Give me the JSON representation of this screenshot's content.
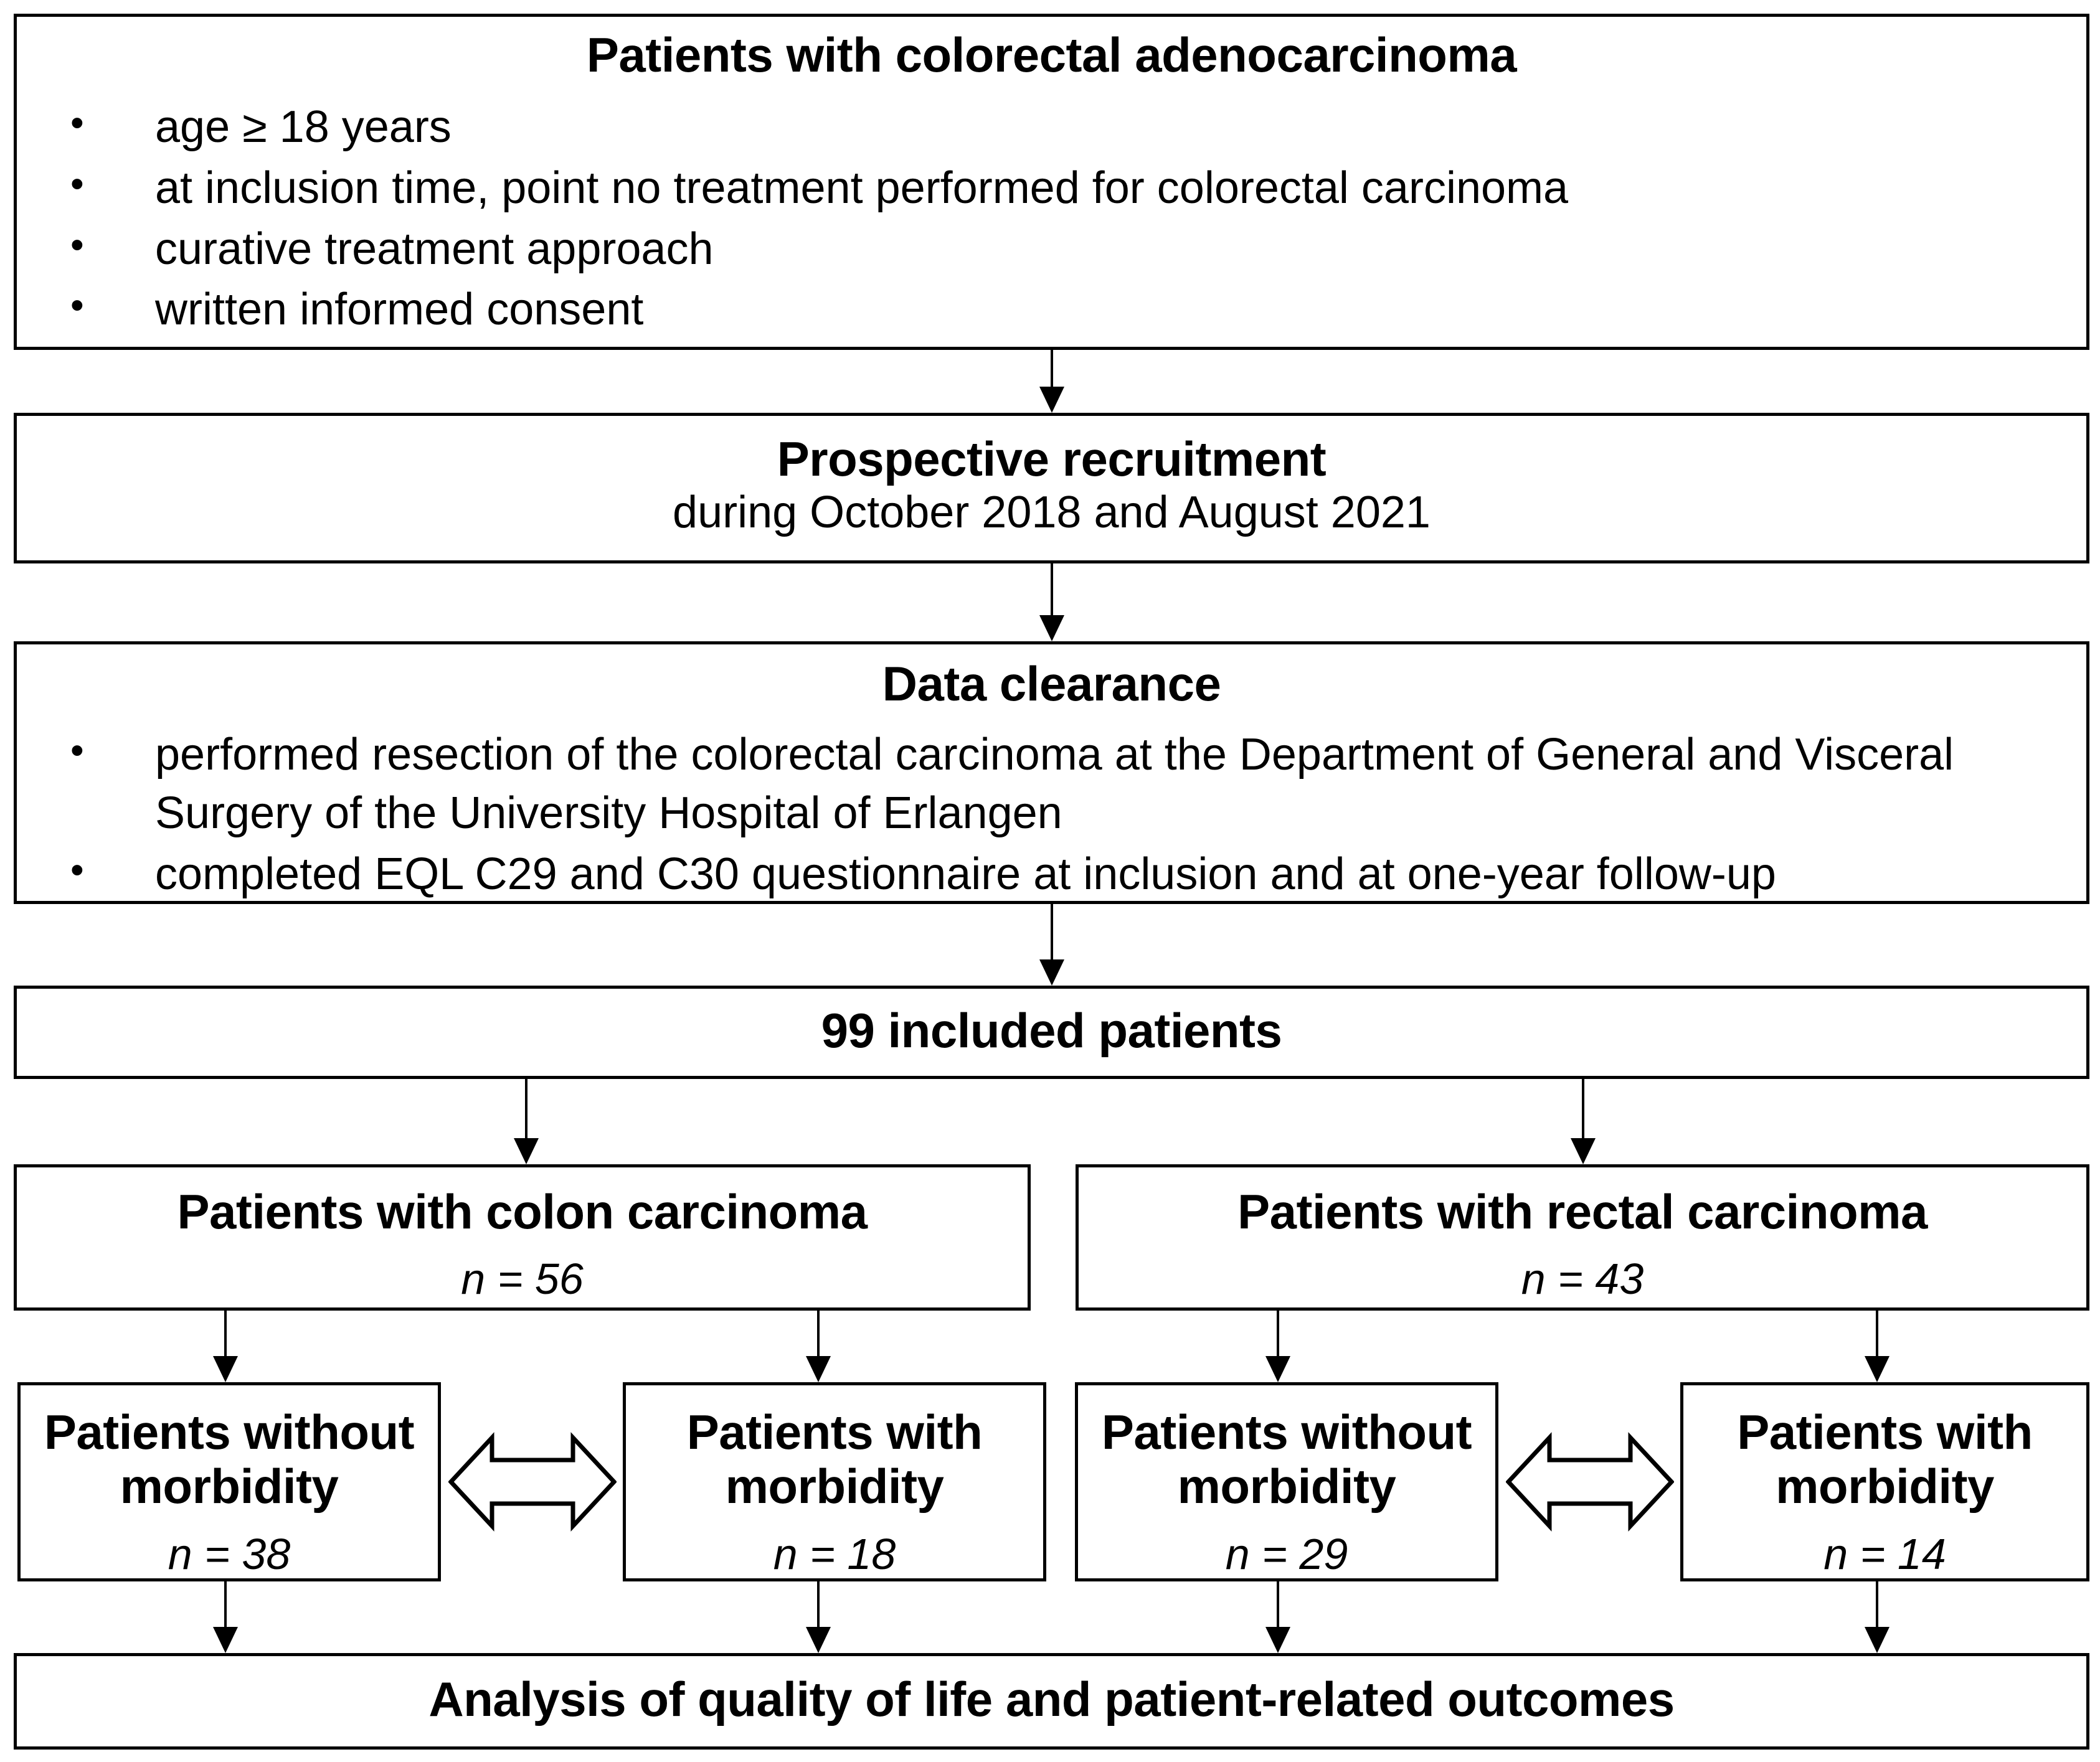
{
  "diagram": {
    "type": "study-flowchart",
    "boxes": {
      "eligibility": {
        "title": "Patients with colorectal adenocarcinoma",
        "bullets": [
          "age ≥ 18 years",
          "at inclusion time, point no treatment performed for colorectal carcinoma",
          "curative treatment approach",
          "written informed consent"
        ]
      },
      "recruitment": {
        "title": "Prospective recruitment",
        "subtitle": "during October 2018 and August 2021"
      },
      "data_clearance": {
        "title": "Data clearance",
        "bullets": [
          "performed resection of the colorectal carcinoma at the Department of General and Visceral Surgery of the University Hospital of Erlangen",
          "completed EQL C29 and C30 questionnaire at inclusion and at one-year follow-up"
        ]
      },
      "included": {
        "title": "99 included patients"
      },
      "colon": {
        "title": "Patients with colon carcinoma",
        "n": "n = 56"
      },
      "rectal": {
        "title": "Patients with rectal carcinoma",
        "n": "n = 43"
      },
      "colon_without_morbidity": {
        "title_line1": "Patients without",
        "title_line2": "morbidity",
        "n": "n = 38"
      },
      "colon_with_morbidity": {
        "title_line1": "Patients with",
        "title_line2": "morbidity",
        "n": "n = 18"
      },
      "rectal_without_morbidity": {
        "title_line1": "Patients without",
        "title_line2": "morbidity",
        "n": "n = 29"
      },
      "rectal_with_morbidity": {
        "title_line1": "Patients with",
        "title_line2": "morbidity",
        "n": "n = 14"
      },
      "analysis": {
        "title": "Analysis of quality of life and patient-related outcomes"
      }
    },
    "connectors": {
      "eligibility_to_recruitment": "arrow-down",
      "recruitment_to_data_clearance": "arrow-down",
      "data_clearance_to_included": "arrow-down",
      "included_to_colon": "arrow-down",
      "included_to_rectal": "arrow-down",
      "colon_to_without_morbidity": "arrow-down",
      "colon_to_with_morbidity": "arrow-down",
      "rectal_to_without_morbidity": "arrow-down",
      "rectal_to_with_morbidity": "arrow-down",
      "colon_comparison": "bidirectional-arrow",
      "rectal_comparison": "bidirectional-arrow",
      "colon_without_to_analysis": "arrow-down",
      "colon_with_to_analysis": "arrow-down",
      "rectal_without_to_analysis": "arrow-down",
      "rectal_with_to_analysis": "arrow-down"
    },
    "colors": {
      "stroke": "#000000",
      "background": "#ffffff"
    }
  }
}
